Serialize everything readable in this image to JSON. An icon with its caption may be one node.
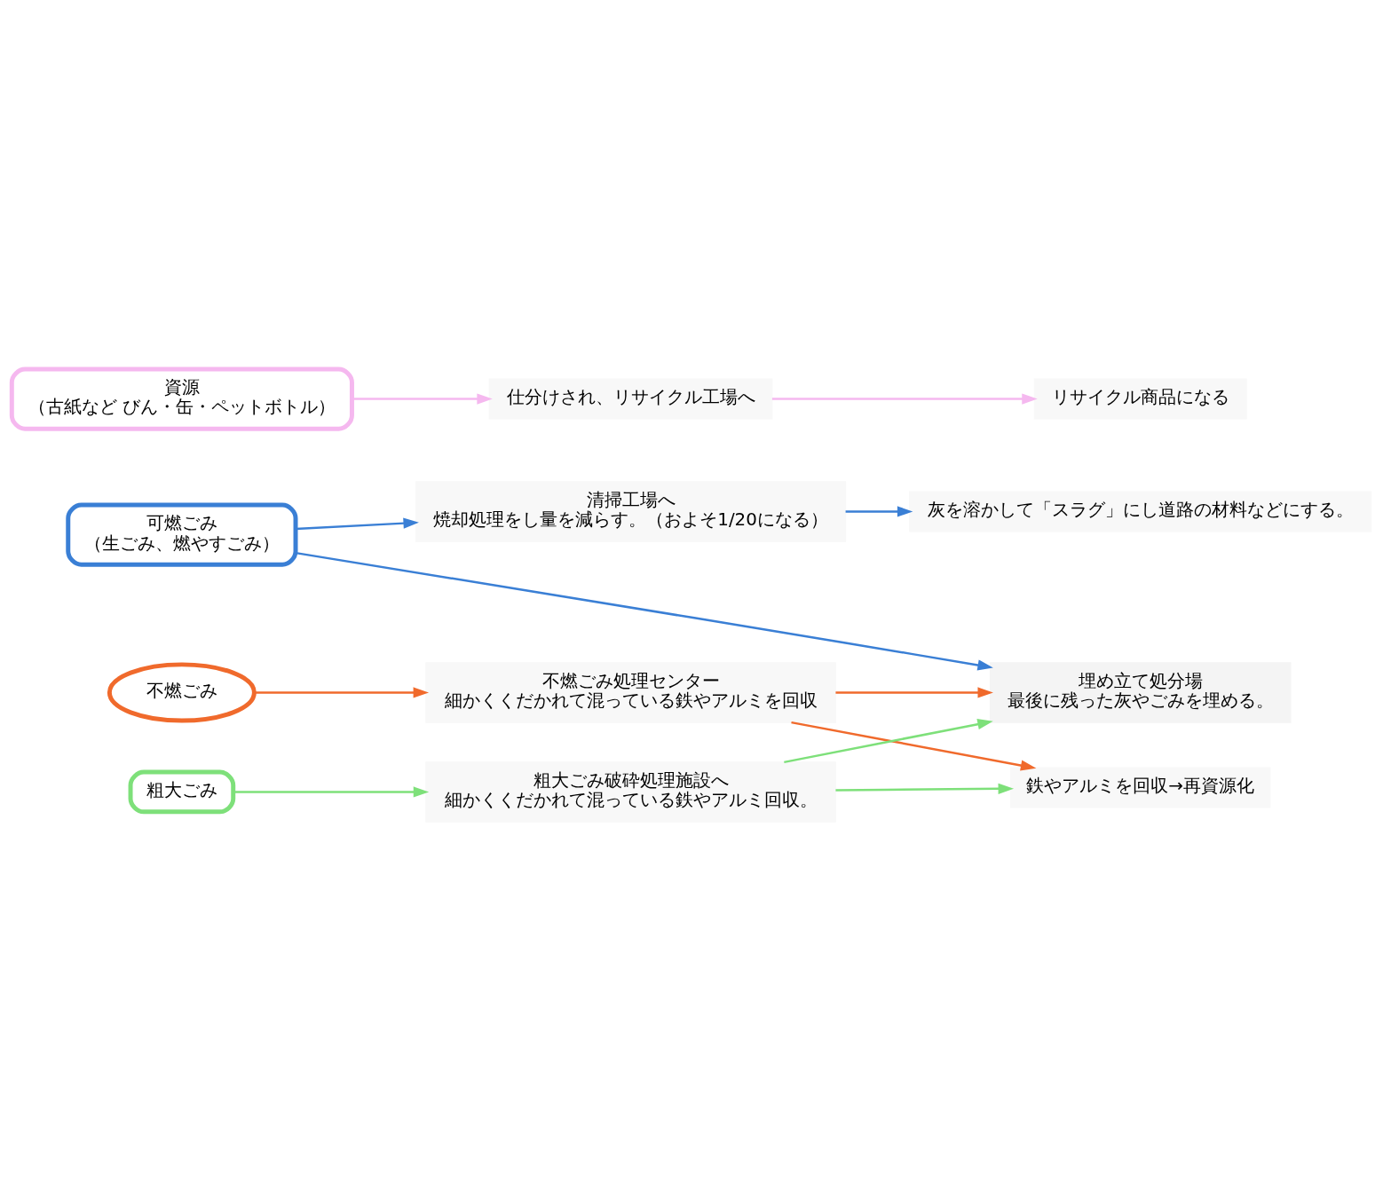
{
  "diagram": {
    "nodes": [
      {
        "text": [
          "可燃ごみ",
          "（生ごみ、燃やすごみ）"
        ]
      },
      {
        "text": [
          "清掃工場へ",
          "焼却処理をし量を減らす。（およそ1/20になる）"
        ]
      },
      {
        "text": [
          "灰を溶かして「スラグ」にし道路の材料などにする。"
        ]
      },
      {
        "text": [
          "不燃ごみ"
        ]
      },
      {
        "text": [
          "不燃ごみ処理センター",
          "細かくくだかれて混っている鉄やアルミを回収"
        ]
      },
      {
        "text": [
          "鉄やアルミを回収→再資源化"
        ]
      },
      {
        "text": [
          "粗大ごみ"
        ]
      },
      {
        "text": [
          "粗大ごみ破砕処理施設へ",
          "細かくくだかれて混っている鉄やアルミ回収。"
        ]
      },
      {
        "text": [
          "埋め立て処分場",
          "最後に残った灰やごみを埋める。"
        ]
      },
      {
        "text": [
          "資源",
          "（古紙など びん・缶・ペットボトル）"
        ]
      },
      {
        "text": [
          "仕分けされ、リサイクル工場へ"
        ]
      },
      {
        "text": [
          "リサイクル商品になる"
        ]
      }
    ],
    "edges": [
      {
        "from": 0,
        "to": 1,
        "arrow": "to",
        "color": "#3a7fd5"
      },
      {
        "from": 1,
        "to": 2,
        "arrow": "to",
        "color": "#3a7fd5"
      },
      {
        "from": 0,
        "to": 8,
        "arrow": "to",
        "color": "#3a7fd5"
      },
      {
        "from": 3,
        "to": 4,
        "arrow": "to",
        "color": "#f06a2c"
      },
      {
        "from": 4,
        "to": 5,
        "arrow": "to",
        "color": "#f06a2c"
      },
      {
        "from": 4,
        "to": 8,
        "arrow": "to",
        "color": "#f06a2c"
      },
      {
        "from": 6,
        "to": 7,
        "arrow": "to",
        "color": "#7ee07a"
      },
      {
        "from": 7,
        "to": 5,
        "arrow": "to",
        "color": "#7ee07a"
      },
      {
        "from": 7,
        "to": 8,
        "arrow": "to",
        "color": "#7ee07a"
      },
      {
        "from": 9,
        "to": 10,
        "arrow": "to",
        "color": "#f5b8ef"
      },
      {
        "from": 10,
        "to": 11,
        "arrow": "to",
        "color": "#f5b8ef"
      }
    ]
  }
}
